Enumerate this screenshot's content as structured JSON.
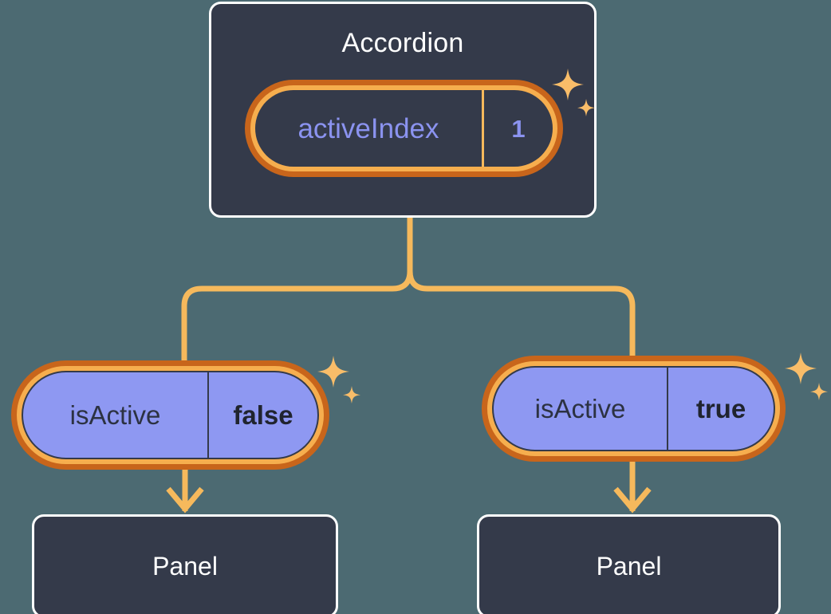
{
  "diagram": {
    "type": "component-tree",
    "background_color": "#4c6a72",
    "accent_color": "#f6b95c",
    "highlight_ring_color": "#c8651b",
    "node_fill_color": "#343a4a",
    "state_pill_fill_color": "#8e98f2",
    "prop_text_color": "#8b93f0"
  },
  "root": {
    "title": "Accordion",
    "prop": {
      "key": "activeIndex",
      "value": "1",
      "highlighted": true,
      "sparkle_icon": "sparkle-icon"
    }
  },
  "children": [
    {
      "state": {
        "key": "isActive",
        "value": "false",
        "highlighted": true,
        "sparkle_icon": "sparkle-icon"
      },
      "child": {
        "title": "Panel"
      }
    },
    {
      "state": {
        "key": "isActive",
        "value": "true",
        "highlighted": true,
        "sparkle_icon": "sparkle-icon"
      },
      "child": {
        "title": "Panel"
      }
    }
  ],
  "connectors": {
    "style": "rounded-elbow",
    "color": "#f6b95c",
    "arrow_heads": 2
  }
}
